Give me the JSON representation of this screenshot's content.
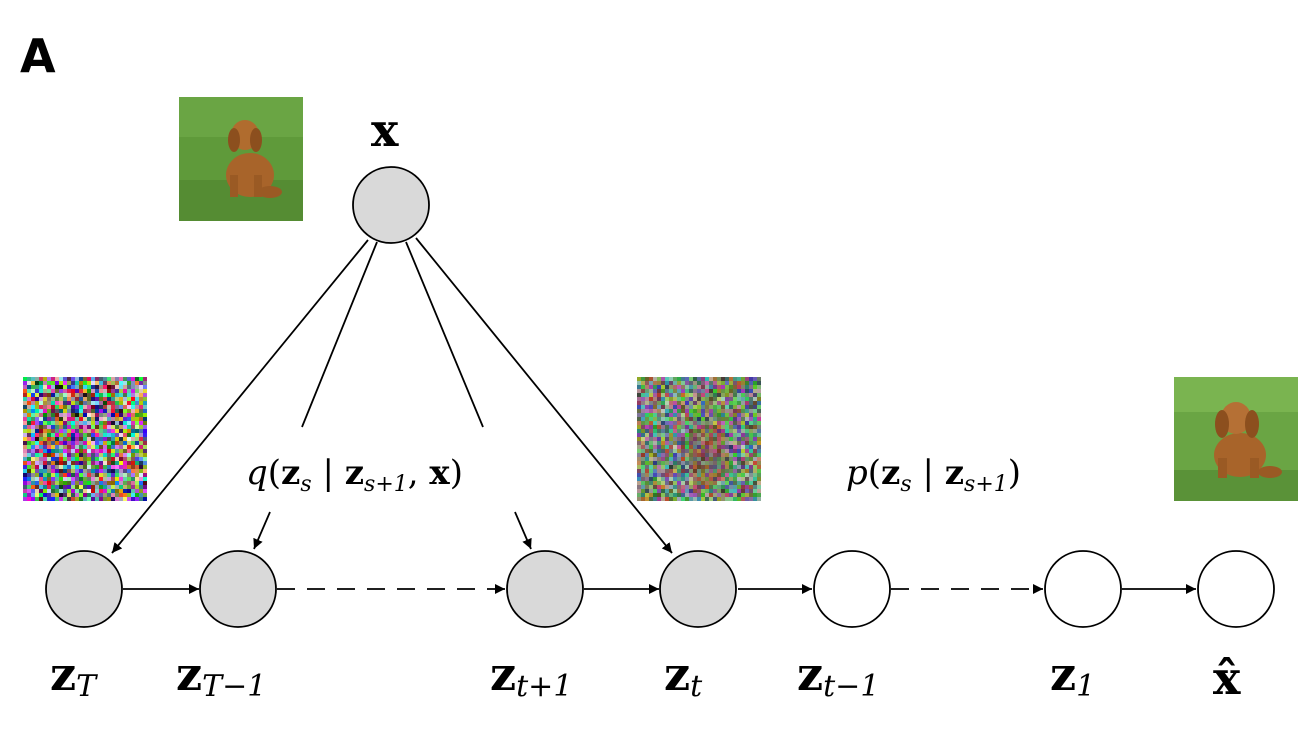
{
  "panel_label": "A",
  "top_node": {
    "label": "x"
  },
  "nodes": [
    {
      "id": "zT",
      "base": "z",
      "sub": "T",
      "observed": true
    },
    {
      "id": "zTm1",
      "base": "z",
      "sub": "T−1",
      "observed": true
    },
    {
      "id": "ztp1",
      "base": "z",
      "sub": "t+1",
      "observed": true
    },
    {
      "id": "zt",
      "base": "z",
      "sub": "t",
      "observed": true
    },
    {
      "id": "ztm1",
      "base": "z",
      "sub": "t−1",
      "observed": false
    },
    {
      "id": "z1",
      "base": "z",
      "sub": "1",
      "observed": false
    },
    {
      "id": "xhat",
      "base": "x̂",
      "sub": "",
      "observed": false
    }
  ],
  "forward_label": {
    "func": "q",
    "arg1": "z",
    "arg1_sub": "s",
    "bar": "|",
    "arg2": "z",
    "arg2_sub": "s+1",
    "comma": ",",
    "arg3": "x"
  },
  "reverse_label": {
    "func": "p",
    "arg1": "z",
    "arg1_sub": "s",
    "bar": "|",
    "arg2": "z",
    "arg2_sub": "s+1"
  },
  "images": [
    {
      "name": "dog-photo-image",
      "kind": "clean-dog"
    },
    {
      "name": "pure-noise-image",
      "kind": "noise"
    },
    {
      "name": "noisy-dog-image",
      "kind": "noisy-dog"
    },
    {
      "name": "generated-dog-image",
      "kind": "generated-dog"
    }
  ],
  "colors": {
    "observed_fill": "#d9d9d9",
    "latent_fill": "#ffffff",
    "stroke": "#000000",
    "grass": "#5f9a3a",
    "dog": "#a8642a"
  }
}
